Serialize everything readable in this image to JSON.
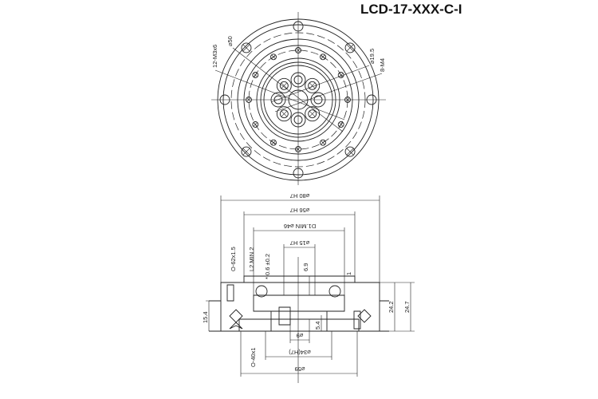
{
  "title": "LCD-17-XXX-C-I",
  "top_view": {
    "labels": {
      "thread_outer": "12-M3x6",
      "dia_50": "⌀50",
      "dia_19_5": "⌀19.5",
      "thread_inner": "8-M4"
    }
  },
  "section_view": {
    "labels": {
      "dia_80": "⌀80 H7",
      "dia_56": "⌀56 H7",
      "d1_min": "D1.MIN ⌀46",
      "dia_15": "⌀15 H7",
      "oring_top": "O-62x1.5",
      "l2_min": "L2.MIN 2",
      "gap": "* 0.6 ±0.2",
      "h_6_9": "6.9",
      "h_1": "1",
      "h_24_2": "24.2",
      "h_24_7": "24.7",
      "h_15_4": "15.4",
      "h_5_4": "5.4",
      "dia_9": "⌀9",
      "dia_34": "⌀34(H7)",
      "dia_59": "⌀59",
      "oring_bottom": "O-40x1"
    }
  }
}
